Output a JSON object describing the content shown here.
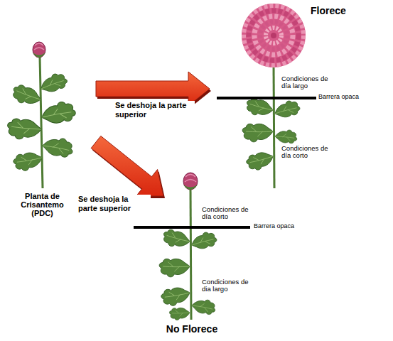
{
  "diagram": {
    "nodes": [
      {
        "text": [
          "Planta de Crisantemo (PDC)"
        ]
      },
      {
        "text": [
          "Florece",
          "Condiciones de día largo",
          "Barrera opaca",
          "Condiciones de día corto"
        ]
      },
      {
        "text": [
          "Condiciones de día corto",
          "Barrera opaca",
          "Condiciones de dia largo",
          "No Florece"
        ]
      }
    ],
    "edges": [
      {
        "from": 0,
        "to": 1,
        "arrow": "to",
        "label": "Se deshoja la parte superior"
      },
      {
        "from": 0,
        "to": 2,
        "arrow": "to",
        "label": "Se deshoja la parte superior"
      }
    ]
  }
}
